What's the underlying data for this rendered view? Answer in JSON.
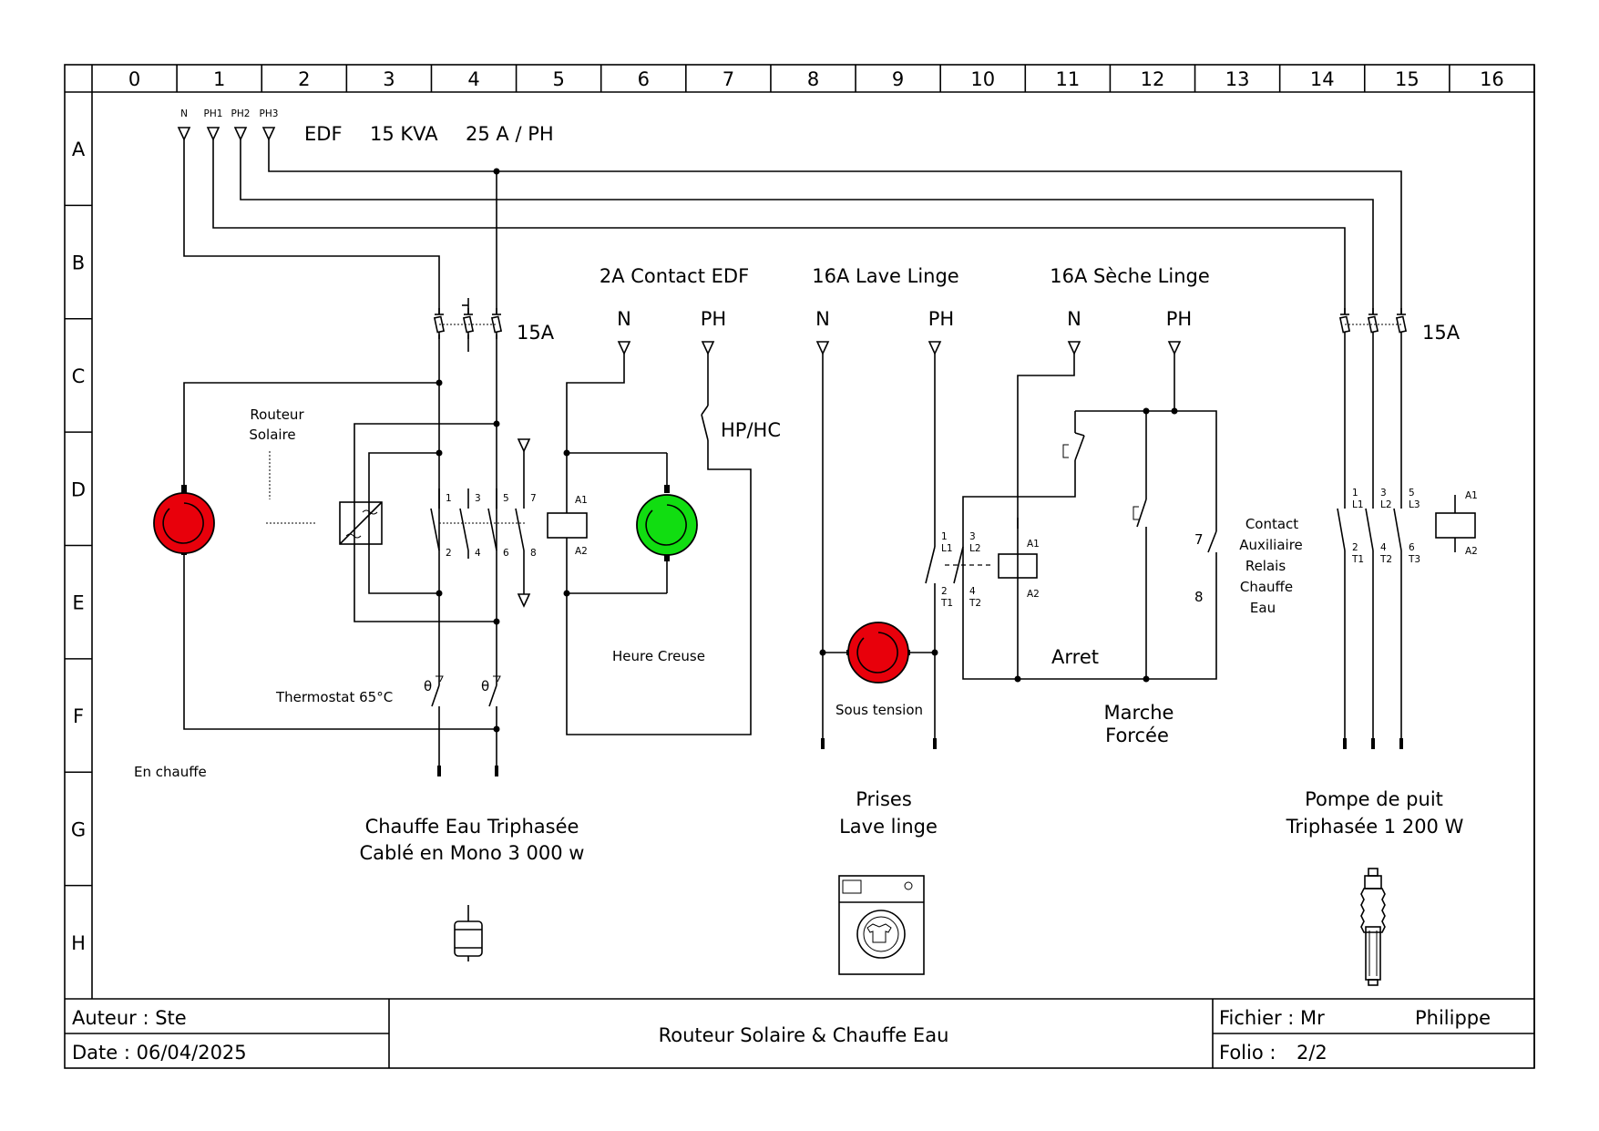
{
  "colors": {
    "red_lamp": "#e8000b",
    "green_lamp": "#11dd11",
    "ink": "#000000"
  },
  "grid": {
    "columns": [
      "0",
      "1",
      "2",
      "3",
      "4",
      "5",
      "6",
      "7",
      "8",
      "9",
      "10",
      "11",
      "12",
      "13",
      "14",
      "15",
      "16"
    ],
    "rows": [
      "A",
      "B",
      "C",
      "D",
      "E",
      "F",
      "G",
      "H"
    ]
  },
  "supply": {
    "terminals": [
      "N",
      "PH1",
      "PH2",
      "PH3"
    ],
    "edf": "EDF",
    "power": "15 KVA",
    "current": "25 A / PH"
  },
  "breakers": {
    "left": "15A",
    "right": "15A"
  },
  "sockets": {
    "contact_edf": "2A Contact EDF",
    "lave_linge": "16A Lave Linge",
    "seche_linge": "16A Sèche Linge",
    "n": "N",
    "ph": "PH"
  },
  "labels": {
    "routeur_line1": "Routeur",
    "routeur_line2": "Solaire",
    "hphc": "HP/HC",
    "heure_creuse": "Heure Creuse",
    "thermostat": "Thermostat 65°C",
    "theta": "θ",
    "en_chauffe": "En chauffe",
    "sous_tension": "Sous tension",
    "arret": "Arret",
    "marche_line1": "Marche",
    "marche_line2": "Forcée",
    "aux": [
      "Contact",
      "Auxiliaire",
      "Relais",
      "Chauffe",
      "Eau"
    ],
    "chauffe_line1": "Chauffe Eau Triphasée",
    "chauffe_line2": "Cablé en Mono 3 000 w",
    "prises_line1": "Prises",
    "prises_line2": "Lave linge",
    "pompe_line1": "Pompe de puit",
    "pompe_line2": "Triphasée 1 200 W"
  },
  "contact_marks": {
    "k1_top": [
      "1",
      "3",
      "5",
      "7"
    ],
    "k1_bottom": [
      "2",
      "4",
      "6",
      "8"
    ],
    "a1": "A1",
    "a2": "A2",
    "k2_top": [
      "1",
      "3"
    ],
    "k2_topL": [
      "L1",
      "L2"
    ],
    "k2_bottom": [
      "2",
      "4"
    ],
    "k2_bottomT": [
      "T1",
      "T2"
    ],
    "aux_top": "7",
    "aux_bottom": "8",
    "pump_top": [
      "1",
      "3",
      "5"
    ],
    "pump_topL": [
      "L1",
      "L2",
      "L3"
    ],
    "pump_bottom": [
      "2",
      "4",
      "6"
    ],
    "pump_bottomT": [
      "T1",
      "T2",
      "T3"
    ]
  },
  "title_block": {
    "author": "Auteur : Ste",
    "date": "Date : 06/04/2025",
    "title": "Routeur Solaire & Chauffe Eau",
    "file_label": "Fichier : Mr",
    "file_name": "Philippe",
    "folio_label": "Folio :",
    "folio_value": "2/2"
  }
}
